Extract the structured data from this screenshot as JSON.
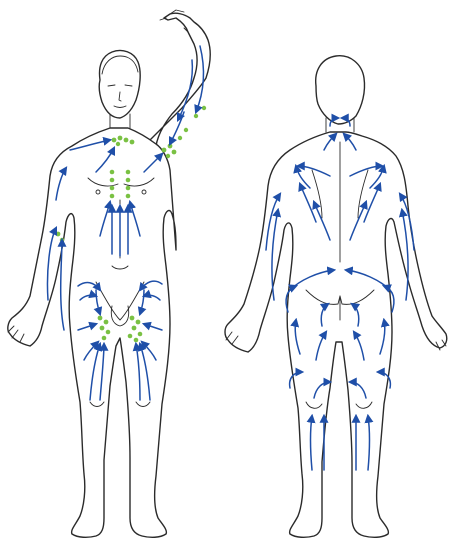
{
  "colors": {
    "lymph_flow_arrow": "#1f4fa8",
    "lymph_node": "#7ac143",
    "body_outline": "#2b2b2b",
    "background": "#ffffff"
  },
  "figures": [
    {
      "view": "front",
      "lymph_node_groups": [
        "neck",
        "left-axilla",
        "right-armpit",
        "chest",
        "inguinal-left",
        "inguinal-right"
      ]
    },
    {
      "view": "back"
    }
  ]
}
